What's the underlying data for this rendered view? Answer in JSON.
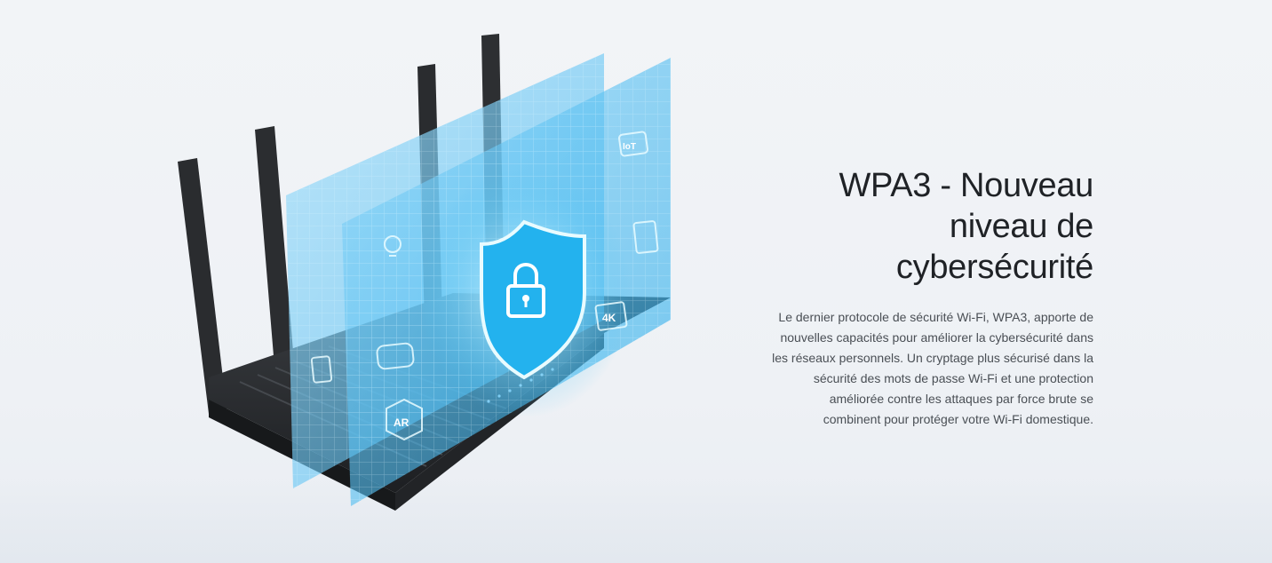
{
  "hero": {
    "headline_lines": [
      "WPA3 - Nouveau",
      "niveau de",
      "cybersécurité"
    ],
    "description_lines": [
      "Le dernier protocole de sécurité Wi-Fi, WPA3, apporte de",
      "nouvelles capacités pour améliorer la cybersécurité dans",
      "les réseaux personnels. Un cryptage plus sécurisé dans la",
      "sécurité des mots de passe Wi-Fi et une protection",
      "améliorée contre les attaques par force brute se",
      "combinent pour protéger votre Wi-Fi domestique."
    ]
  },
  "illustration": {
    "panel_labels": {
      "iot": "IoT",
      "ar": "AR",
      "k4": "4K"
    },
    "icons": [
      "router-icon",
      "shield-lock-icon",
      "iot-icon",
      "ar-icon",
      "4k-icon",
      "lightbulb-icon",
      "gamepad-icon",
      "tablet-icon"
    ],
    "colors": {
      "panel": "#3fb8f0",
      "panel_light": "#9ad9f7",
      "router": "#2b2e31",
      "shield": "#1fb0ec"
    }
  }
}
